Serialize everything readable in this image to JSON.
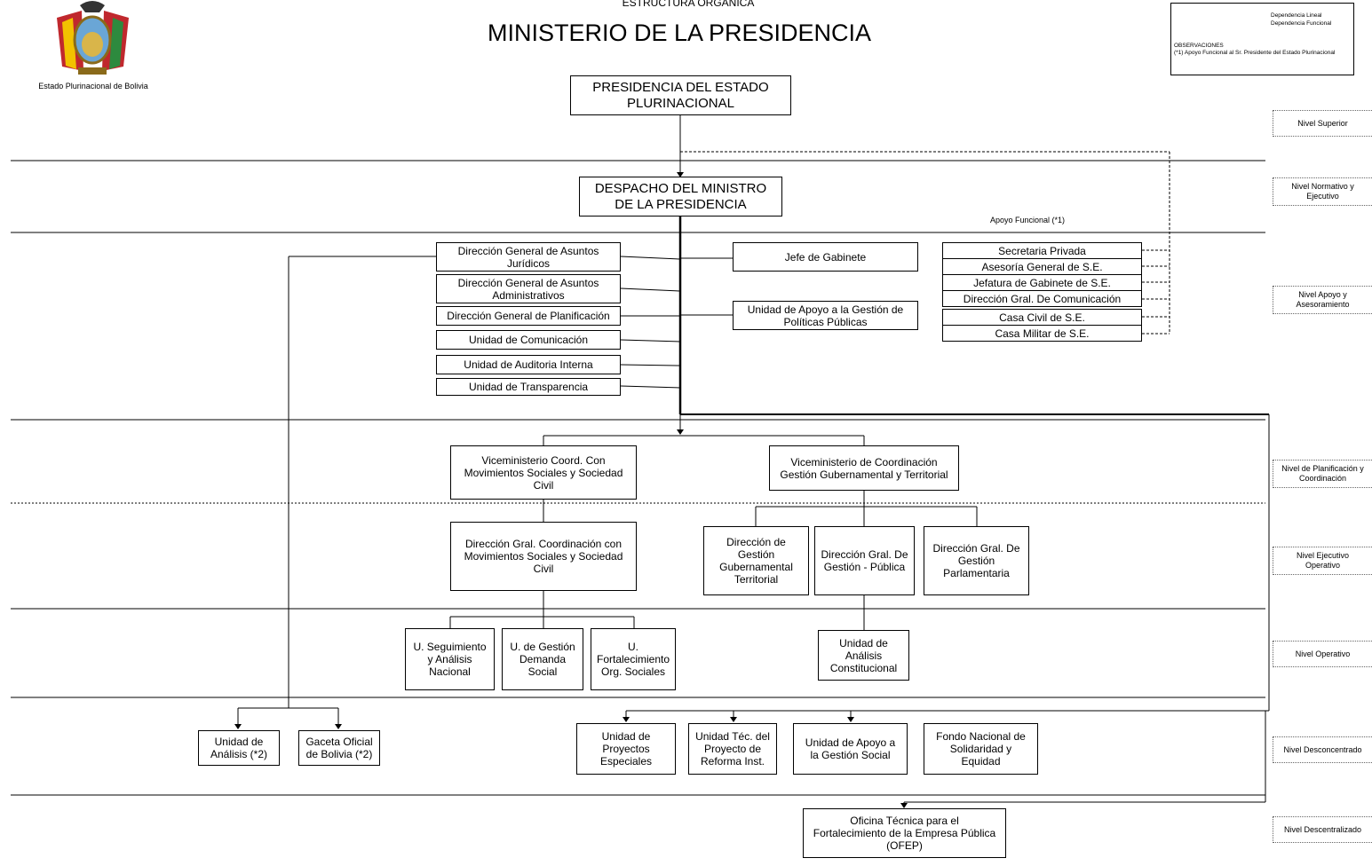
{
  "header": {
    "title_small": "ESTRUCTURA ORGANICA",
    "title_main": "MINISTERIO DE LA PRESIDENCIA",
    "emblem_caption": "Estado Plurinacional de Bolivia"
  },
  "legend": {
    "lineal": "Dependencia Lineal",
    "funcional": "Dependencia Funcional",
    "obs_title": "OBSERVACIONES",
    "obs_text": "(*1) Apoyo Funcional al Sr. Presidente del Estado Plurinacional"
  },
  "note_apoyo": "Apoyo Funcional (*1)",
  "levels": {
    "superior": "Nivel Superior",
    "normativo": "Nivel Normativo y\nEjecutivo",
    "apoyo": "Nivel Apoyo y\nAsesoramiento",
    "planificacion": "Nivel de Planificación y\nCoordinación",
    "ejecutivo": "Nivel Ejecutivo\nOperativo",
    "operativo": "Nivel Operativo",
    "desconcentrado": "Nivel Desconcentrado",
    "descentralizado": "Nivel Descentralizado"
  },
  "boxes": {
    "presidencia": "PRESIDENCIA DEL ESTADO\nPLURINACIONAL",
    "despacho": "DESPACHO DEL MINISTRO\nDE LA PRESIDENCIA",
    "dg_juridicos": "Dirección General de Asuntos\nJurídicos",
    "dg_administrativos": "Dirección General de Asuntos\nAdministrativos",
    "dg_planificacion": "Dirección General de Planificación",
    "u_comunicacion": "Unidad de Comunicación",
    "u_auditoria": "Unidad de Auditoria Interna",
    "u_transparencia": "Unidad de Transparencia",
    "jefe_gabinete": "Jefe de Gabinete",
    "u_apoyo_politicas": "Unidad de Apoyo a la Gestión de\nPolíticas Públicas",
    "secretaria_privada": "Secretaria Privada",
    "asesoria_general": "Asesoría General de S.E.",
    "jefatura_gabinete": "Jefatura de Gabinete de S.E.",
    "dir_comunicacion": "Dirección Gral. De Comunicación",
    "casa_civil": "Casa Civil de S.E.",
    "casa_militar": "Casa Militar de S.E.",
    "vm_movimientos": "Viceministerio Coord. Con\nMovimientos Sociales y Sociedad\nCivil",
    "vm_gubernamental": "Viceministerio de Coordinación\nGestión Gubernamental y Territorial",
    "dg_movimientos": "Dirección Gral. Coordinación con\nMovimientos Sociales y Sociedad\nCivil",
    "dg_gubernamental": "Dirección de\nGestión\nGubernamental\nTerritorial",
    "dg_publica": "Dirección Gral. De\nGestión - Pública",
    "dg_parlamentaria": "Dirección Gral. De\nGestión\nParlamentaria",
    "u_seguimiento": "U. Seguimiento\ny Análisis\nNacional",
    "u_demanda": "U. de Gestión\nDemanda\nSocial",
    "u_fortalecimiento": "U.\nFortalecimiento\nOrg. Sociales",
    "u_analisis_const": "Unidad de\nAnálisis\nConstitucional",
    "u_analisis": "Unidad de\nAnálisis (*2)",
    "gaceta": "Gaceta Oficial\nde Bolivia (*2)",
    "u_proyectos": "Unidad de\nProyectos\nEspeciales",
    "u_tecnica": "Unidad Téc. del\nProyecto de\nReforma Inst.",
    "u_apoyo_social": "Unidad de Apoyo a\nla Gestión Social",
    "fondo_nacional": "Fondo Nacional de\nSolidaridad y\nEquidad",
    "ofep": "Oficina Técnica para el\nFortalecimiento de la Empresa Pública\n(OFEP)"
  },
  "colors": {
    "line": "#000000",
    "emblem_red": "#c0282d",
    "emblem_yellow": "#f2c200",
    "emblem_green": "#2d8a3e"
  }
}
